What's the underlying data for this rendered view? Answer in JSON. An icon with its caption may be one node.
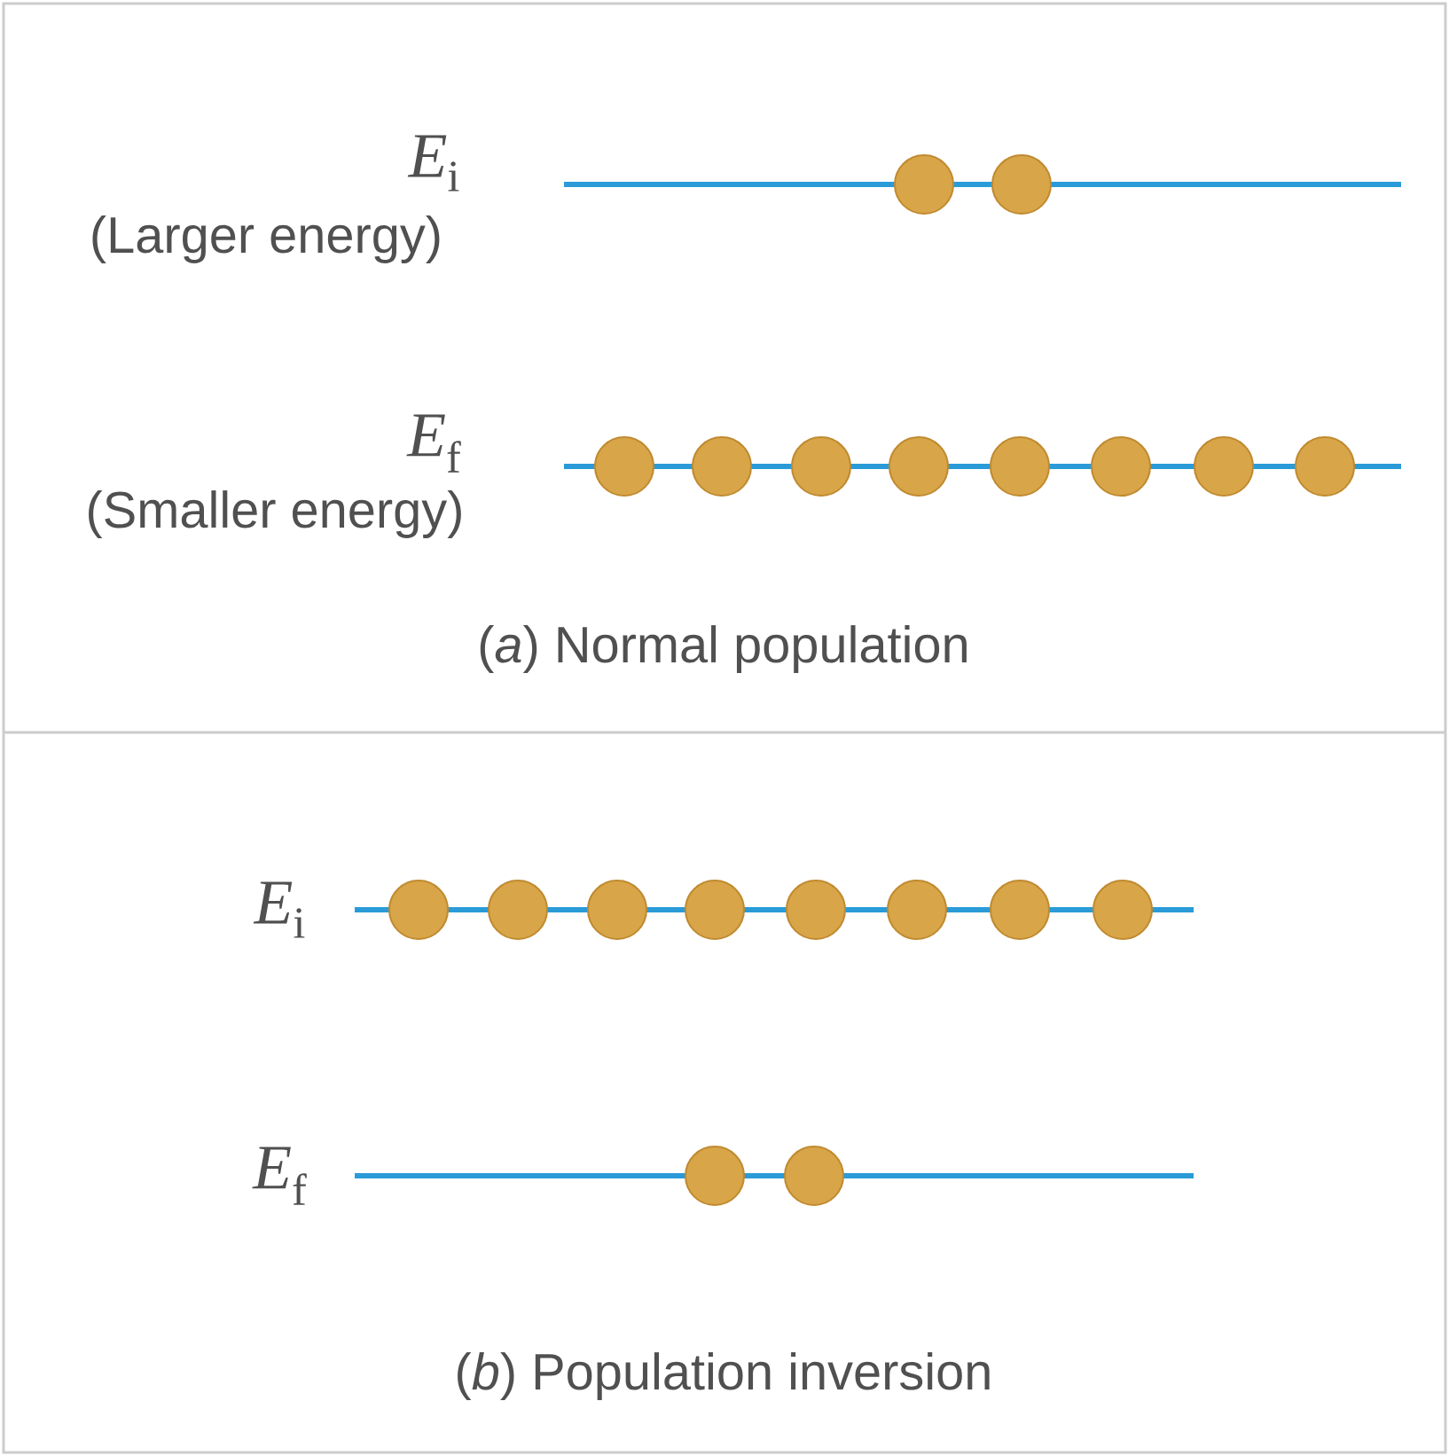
{
  "diagram": {
    "labels": [
      "*E*$_{i}$",
      "(Larger energy)",
      "*E*$_{f}$",
      "(Smaller energy)",
      "(*a*) Normal population",
      "*E*$_{i}$",
      "*E*$_{f}$",
      "(*b*) Population inversion"
    ]
  }
}
